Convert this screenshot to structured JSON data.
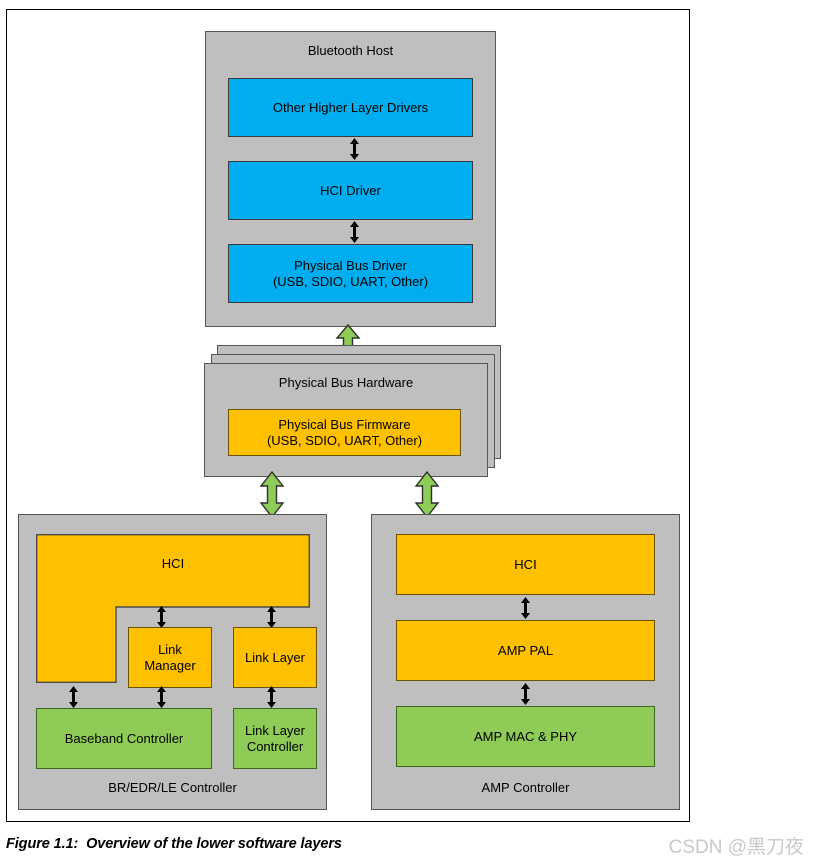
{
  "figure": {
    "caption": "Figure 1.1:  Overview of the lower software layers",
    "watermark": "CSDN @黑刀夜"
  },
  "colors": {
    "group_gray": "#bfbfbf",
    "host_blue": "#00aeef",
    "firmware_orange": "#ffc000",
    "hardware_green": "#8ecb57",
    "arrow_green": "#8ecb57",
    "arrow_black": "#000000",
    "frame_border": "#000000"
  },
  "diagram": {
    "type": "block-diagram",
    "title": "Overview of the lower software layers",
    "groups": [
      {
        "id": "bluetooth-host",
        "label": "Bluetooth Host",
        "blocks": [
          {
            "id": "other-higher-layer-drivers",
            "label": "Other Higher Layer Drivers",
            "color": "blue"
          },
          {
            "id": "hci-driver",
            "label": "HCI Driver",
            "color": "blue"
          },
          {
            "id": "physical-bus-driver",
            "label": "Physical Bus Driver\n(USB, SDIO, UART, Other)",
            "color": "blue"
          }
        ]
      },
      {
        "id": "physical-bus-hardware",
        "label": "Physical Bus Hardware",
        "stacked": true,
        "stack_count": 3,
        "blocks": [
          {
            "id": "physical-bus-firmware",
            "label": "Physical Bus Firmware\n(USB, SDIO, UART, Other)",
            "color": "orange"
          }
        ]
      },
      {
        "id": "br-edr-le-controller",
        "label": "BR/EDR/LE Controller",
        "blocks": [
          {
            "id": "hci-left",
            "label": "HCI",
            "color": "orange"
          },
          {
            "id": "link-manager",
            "label": "Link\nManager",
            "color": "orange"
          },
          {
            "id": "link-layer",
            "label": "Link Layer",
            "color": "orange"
          },
          {
            "id": "baseband-controller",
            "label": "Baseband Controller",
            "color": "green"
          },
          {
            "id": "link-layer-controller",
            "label": "Link Layer\nController",
            "color": "green"
          }
        ]
      },
      {
        "id": "amp-controller",
        "label": "AMP Controller",
        "blocks": [
          {
            "id": "hci-right",
            "label": "HCI",
            "color": "orange"
          },
          {
            "id": "amp-pal",
            "label": "AMP PAL",
            "color": "orange"
          },
          {
            "id": "amp-mac-phy",
            "label": "AMP MAC & PHY",
            "color": "green"
          }
        ]
      }
    ],
    "connectors": [
      {
        "id": "conn-ohld-hcidriver",
        "kind": "black-double-arrow",
        "from": "other-higher-layer-drivers",
        "to": "hci-driver"
      },
      {
        "id": "conn-hcidriver-pbd",
        "kind": "black-double-arrow",
        "from": "hci-driver",
        "to": "physical-bus-driver"
      },
      {
        "id": "conn-host-pbh",
        "kind": "green-double-arrow",
        "from": "bluetooth-host",
        "to": "physical-bus-hardware"
      },
      {
        "id": "conn-pbh-bredr",
        "kind": "green-double-arrow",
        "from": "physical-bus-hardware",
        "to": "br-edr-le-controller"
      },
      {
        "id": "conn-pbh-amp",
        "kind": "green-double-arrow",
        "from": "physical-bus-hardware",
        "to": "amp-controller"
      },
      {
        "id": "conn-hci-linkmanager",
        "kind": "black-double-arrow",
        "from": "hci-left",
        "to": "link-manager"
      },
      {
        "id": "conn-hci-linklayer",
        "kind": "black-double-arrow",
        "from": "hci-left",
        "to": "link-layer"
      },
      {
        "id": "conn-hci-baseband",
        "kind": "black-double-arrow",
        "from": "hci-left",
        "to": "baseband-controller"
      },
      {
        "id": "conn-linkmanager-baseband",
        "kind": "black-double-arrow",
        "from": "link-manager",
        "to": "baseband-controller"
      },
      {
        "id": "conn-linklayer-llc",
        "kind": "black-double-arrow",
        "from": "link-layer",
        "to": "link-layer-controller"
      },
      {
        "id": "conn-hciright-amppal",
        "kind": "black-double-arrow",
        "from": "hci-right",
        "to": "amp-pal"
      },
      {
        "id": "conn-amppal-ampmac",
        "kind": "black-double-arrow",
        "from": "amp-pal",
        "to": "amp-mac-phy"
      }
    ]
  }
}
